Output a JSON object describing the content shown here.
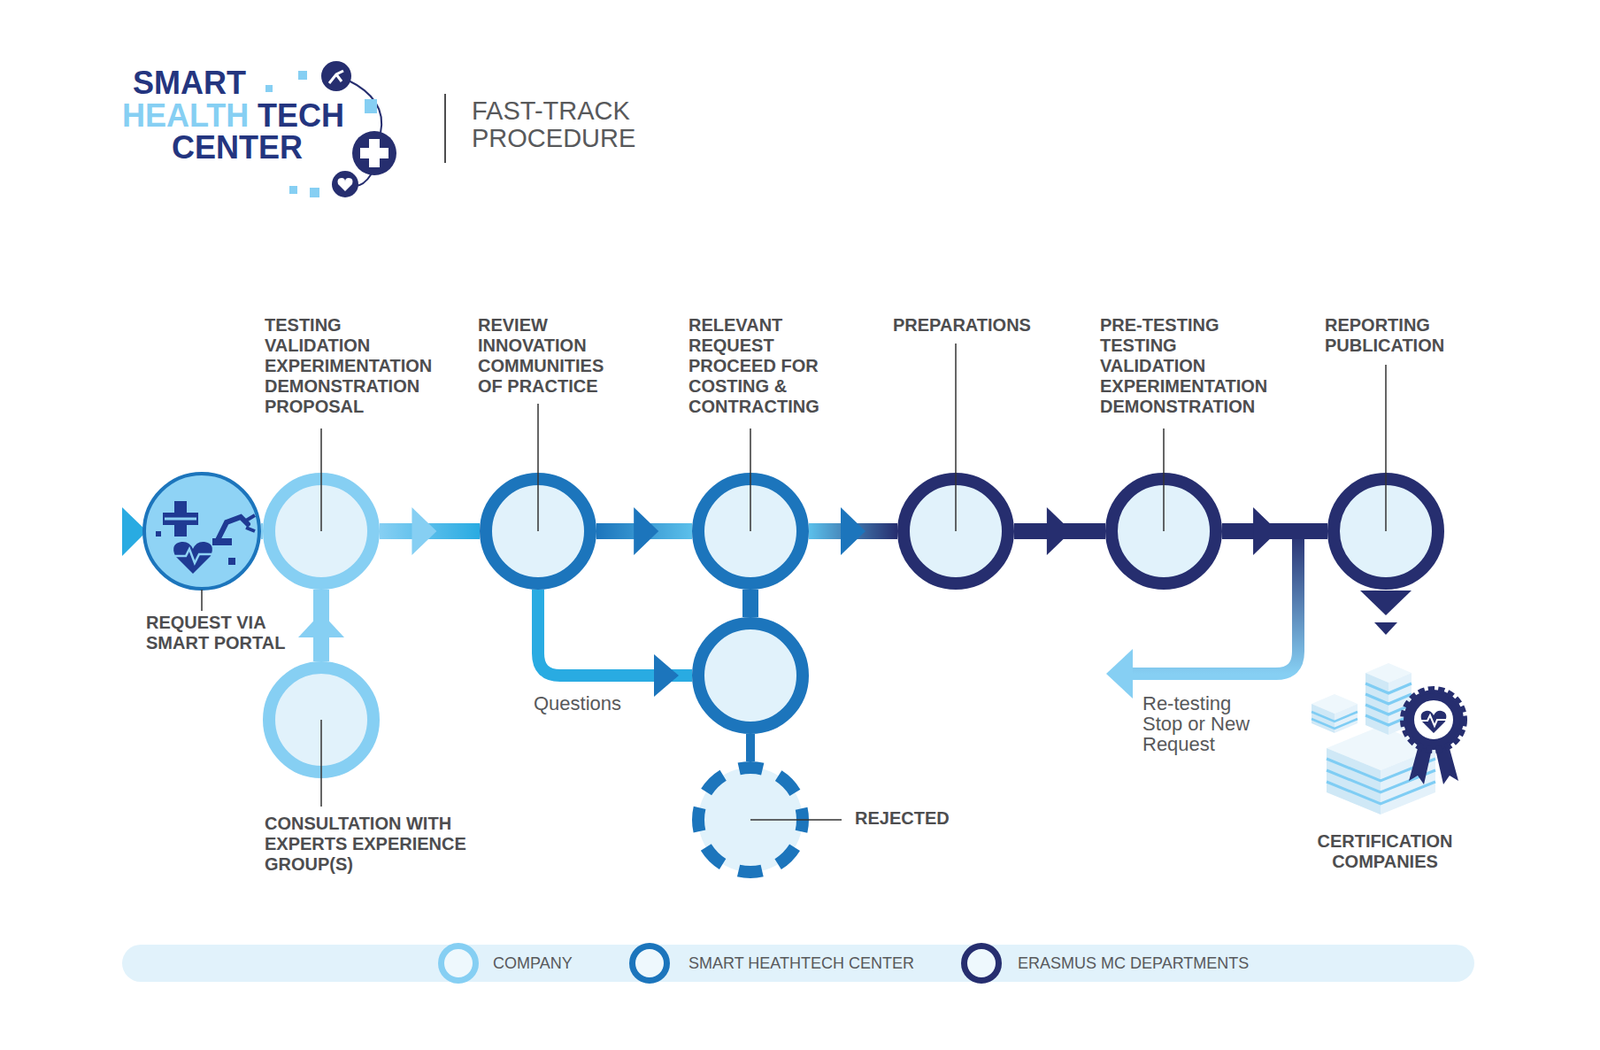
{
  "diagram": {
    "title": "FAST-TRACK PROCEDURE",
    "nodes": [
      {
        "text": [
          "REQUEST VIA SMART PORTAL"
        ]
      },
      {
        "text": [
          "TESTING VALIDATION EXPERIMENTATION DEMONSTRATION PROPOSAL"
        ]
      },
      {
        "text": [
          "CONSULTATION WITH EXPERTS EXPERIENCE GROUP(S)"
        ]
      },
      {
        "text": [
          "REVIEW INNOVATION COMMUNITIES OF PRACTICE"
        ]
      },
      {
        "text": [
          "RELEVANT REQUEST PROCEED FOR COSTING & CONTRACTING"
        ]
      },
      {
        "text": [
          "Questions"
        ]
      },
      {
        "text": [
          "REJECTED"
        ]
      },
      {
        "text": [
          "PREPARATIONS"
        ]
      },
      {
        "text": [
          "PRE-TESTING TESTING VALIDATION EXPERIMENTATION DEMONSTRATION"
        ]
      },
      {
        "text": [
          "REPORTING PUBLICATION"
        ]
      },
      {
        "text": [
          "CERTIFICATION COMPANIES"
        ]
      }
    ],
    "edges": [
      {
        "from": 0,
        "to": 1,
        "arrow": "none"
      },
      {
        "from": 2,
        "to": 1,
        "arrow": "to"
      },
      {
        "from": 1,
        "to": 3,
        "arrow": "to"
      },
      {
        "from": 3,
        "to": 4,
        "arrow": "to"
      },
      {
        "from": 3,
        "to": 5,
        "arrow": "to"
      },
      {
        "from": 4,
        "to": 5,
        "arrow": "none"
      },
      {
        "from": 5,
        "to": 6,
        "arrow": "none"
      },
      {
        "from": 4,
        "to": 7,
        "arrow": "to"
      },
      {
        "from": 7,
        "to": 8,
        "arrow": "to"
      },
      {
        "from": 8,
        "to": 9,
        "arrow": "to"
      },
      {
        "from": 9,
        "to": 10,
        "arrow": "to"
      }
    ],
    "labels": [
      "SMART",
      "HEALTH",
      "TECH",
      "CENTER",
      "Re-testing Stop or New Request"
    ],
    "legend": [
      {
        "text": "COMPANY",
        "color": "#86cff3"
      },
      {
        "text": "SMART HEATHTECH CENTER",
        "color": "#1c75bc"
      },
      {
        "text": "ERASMUS MC DEPARTMENTS",
        "color": "#262e6f"
      }
    ]
  }
}
